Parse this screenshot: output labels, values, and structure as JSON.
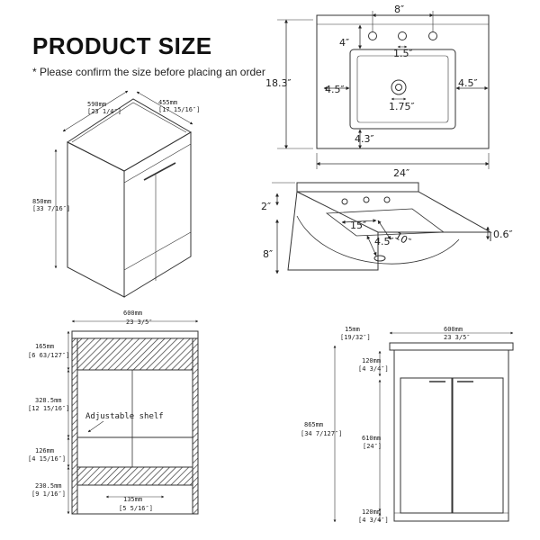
{
  "header": {
    "title": "PRODUCT SIZE",
    "notice": "* Please confirm the size before placing an order"
  },
  "top_view": {
    "faucet_spacing": "8″",
    "depth": "18.3″",
    "width": "24″",
    "back_to_basin": "4″",
    "left_margin": "4.5″",
    "right_margin": "4.5″",
    "faucet_hole": "1.5″",
    "drain": "1.75″",
    "front_to_basin": "4.3″"
  },
  "perspective_top": {
    "backsplash": "2″",
    "basin_depth": "8″",
    "basin_length": "15″",
    "basin_width": "10″",
    "drain_offset": "4.5″",
    "thickness": "0.6″"
  },
  "cabinet_3d": {
    "width_mm": "590mm",
    "width_in": "[23 1/4″]",
    "depth_mm": "455mm",
    "depth_in": "[17 15/16″]",
    "height_mm": "850mm",
    "height_in": "[33 7/16″]"
  },
  "front_inner": {
    "width_mm": "600mm",
    "width_in": "23 3/5″",
    "top_mm": "165mm",
    "top_in": "[6 63/127″]",
    "upper_mm": "328.5mm",
    "upper_in": "[12 15/16″]",
    "shelf_label": "Adjustable shelf",
    "drawer_mm": "126mm",
    "drawer_in": "[4 15/16″]",
    "lower_mm": "230.5mm",
    "lower_in": "[9 1/16″]",
    "base_mm": "135mm",
    "base_in": "[5 5/16″]"
  },
  "front_outer": {
    "top_thick_mm": "15mm",
    "top_thick_in": "[19/32″]",
    "width_mm": "600mm",
    "width_in": "23 3/5″",
    "total_mm": "865mm",
    "total_in": "[34 7/127″]",
    "top_rail_mm": "120mm",
    "top_rail_in": "[4 3/4″]",
    "door_mm": "610mm",
    "door_in": "[24″]",
    "bottom_mm": "120mm",
    "bottom_in": "[4 3/4″]"
  }
}
